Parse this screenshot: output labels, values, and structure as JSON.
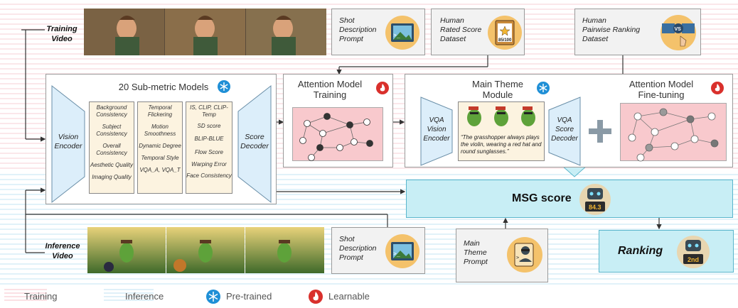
{
  "labels": {
    "training_video": [
      "Training",
      "Video"
    ],
    "inference_video": [
      "Inference",
      "Video"
    ],
    "shot_prompt": [
      "Shot",
      "Description",
      "Prompt"
    ],
    "human_rated": [
      "Human",
      "Rated Score",
      "Dataset"
    ],
    "human_pairwise": [
      "Human",
      "Pairwise Ranking",
      "Dataset"
    ],
    "sub_metric_title": "20 Sub-metric Models",
    "vision_encoder": [
      "Vision",
      "Encoder"
    ],
    "score_decoder": [
      "Score",
      "Decoder"
    ],
    "attention_training": [
      "Attention Model",
      "Training"
    ],
    "main_theme": [
      "Main Theme",
      "Module"
    ],
    "vqa_vision_encoder": [
      "VQA",
      "Vision",
      "Encoder"
    ],
    "vqa_score_decoder": [
      "VQA",
      "Score",
      "Decoder"
    ],
    "attention_finetune": [
      "Attention Model",
      "Fine-tuning"
    ],
    "theme_quote": "“The grasshopper always plays the violin, wearing a red hat and round sunglasses.”",
    "msg_score": "MSG score",
    "ranking": "Ranking",
    "main_theme_prompt": [
      "Main",
      "Theme",
      "Prompt"
    ],
    "score_badge": "84.3",
    "rank_badge": "2nd",
    "dataset_badge": "85/100",
    "vs_badge": "VS"
  },
  "submetrics": {
    "col1": [
      "Background Consistency",
      "Subject Consistency",
      "Overall Consistency",
      "Aesthetic Quality",
      "Imaging Quality"
    ],
    "col2": [
      "Temporal Flickering",
      "Motion Smoothness",
      "Dynamic Degree",
      "Temporal Style",
      "VQA_A, VQA_T"
    ],
    "col3": [
      "IS, CLIP, CLIP-Temp",
      "SD score",
      "BLIP-BLUE",
      "Flow Score",
      "Warping Error",
      "Face Consistency"
    ]
  },
  "legend": {
    "training": "Training",
    "inference": "Inference",
    "pretrained": "Pre-trained",
    "learnable": "Learnable"
  },
  "colors": {
    "train_band": "#fbe7ea",
    "infer_band": "#e1f2f9",
    "pretrained_icon": "#1f8fd6",
    "learnable_icon": "#d9302c",
    "graph_bg": "#f8c9cd",
    "msg_bg": "#c8eef5"
  }
}
